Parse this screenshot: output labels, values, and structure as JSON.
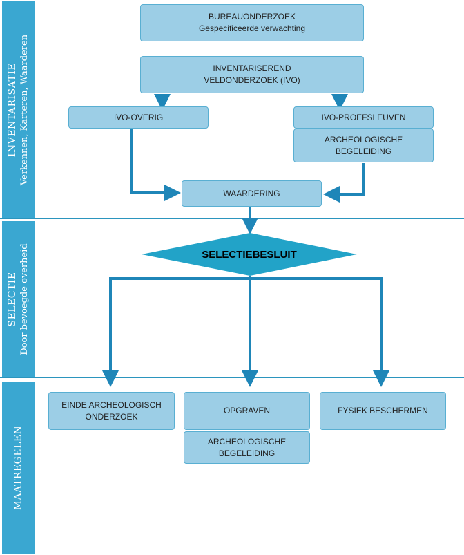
{
  "phases": {
    "inventarisatie": {
      "title": "INVENTARISATIE",
      "subtitle": "Verkennen, Karteren, Waarderen"
    },
    "selectie": {
      "title": "SELECTIE",
      "subtitle": "Door bevoegde overheid"
    },
    "maatregelen": {
      "title": "MAATREGELEN"
    }
  },
  "nodes": {
    "bureauonderzoek": {
      "line1": "BUREAUONDERZOEK",
      "line2": "Gespecificeerde verwachting"
    },
    "ivo": {
      "line1": "INVENTARISEREND",
      "line2": "VELDONDERZOEK (IVO)"
    },
    "ivo_overig": {
      "line1": "IVO-OVERIG"
    },
    "ivo_proefsleuven": {
      "line1": "IVO-PROEFSLEUVEN"
    },
    "arch_begeleiding_1": {
      "line1": "ARCHEOLOGISCHE",
      "line2": "BEGELEIDING"
    },
    "waardering": {
      "line1": "WAARDERING"
    },
    "selectiebesluit": {
      "line1": "SELECTIEBESLUIT"
    },
    "einde": {
      "line1": "EINDE ARCHEOLOGISCH",
      "line2": "ONDERZOEK"
    },
    "opgraven": {
      "line1": "OPGRAVEN"
    },
    "arch_begeleiding_2": {
      "line1": "ARCHEOLOGISCHE",
      "line2": "BEGELEIDING"
    },
    "fysiek": {
      "line1": "FYSIEK BESCHERMEN"
    }
  },
  "colors": {
    "band": "#3aa7d1",
    "box_fill": "#9ccee6",
    "box_border": "#59afd2",
    "arrow": "#1f86b8",
    "diamond": "#22a3c8"
  }
}
